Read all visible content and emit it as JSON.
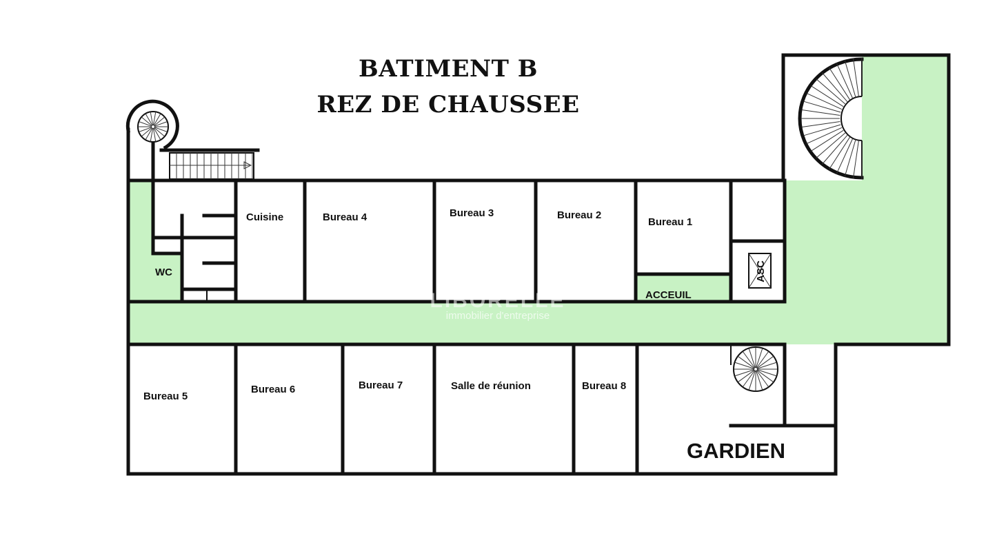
{
  "title": {
    "line1": "BATIMENT B",
    "line2": "REZ DE CHAUSSEE"
  },
  "colors": {
    "circulation": "#c8f2c4",
    "wall": "#111111",
    "background": "#ffffff"
  },
  "rooms": {
    "wc": "WC",
    "cuisine": "Cuisine",
    "bureau4": "Bureau 4",
    "bureau3": "Bureau 3",
    "bureau2": "Bureau 2",
    "bureau1": "Bureau 1",
    "asc": "ASC",
    "acceuil": "ACCEUIL",
    "bureau5": "Bureau 5",
    "bureau6": "Bureau 6",
    "bureau7": "Bureau 7",
    "salle": "Salle de réunion",
    "bureau8": "Bureau 8",
    "gardien": "GARDIEN"
  },
  "watermark": {
    "brand": "LIBORELLE",
    "tagline": "immobilier d'entreprise"
  }
}
